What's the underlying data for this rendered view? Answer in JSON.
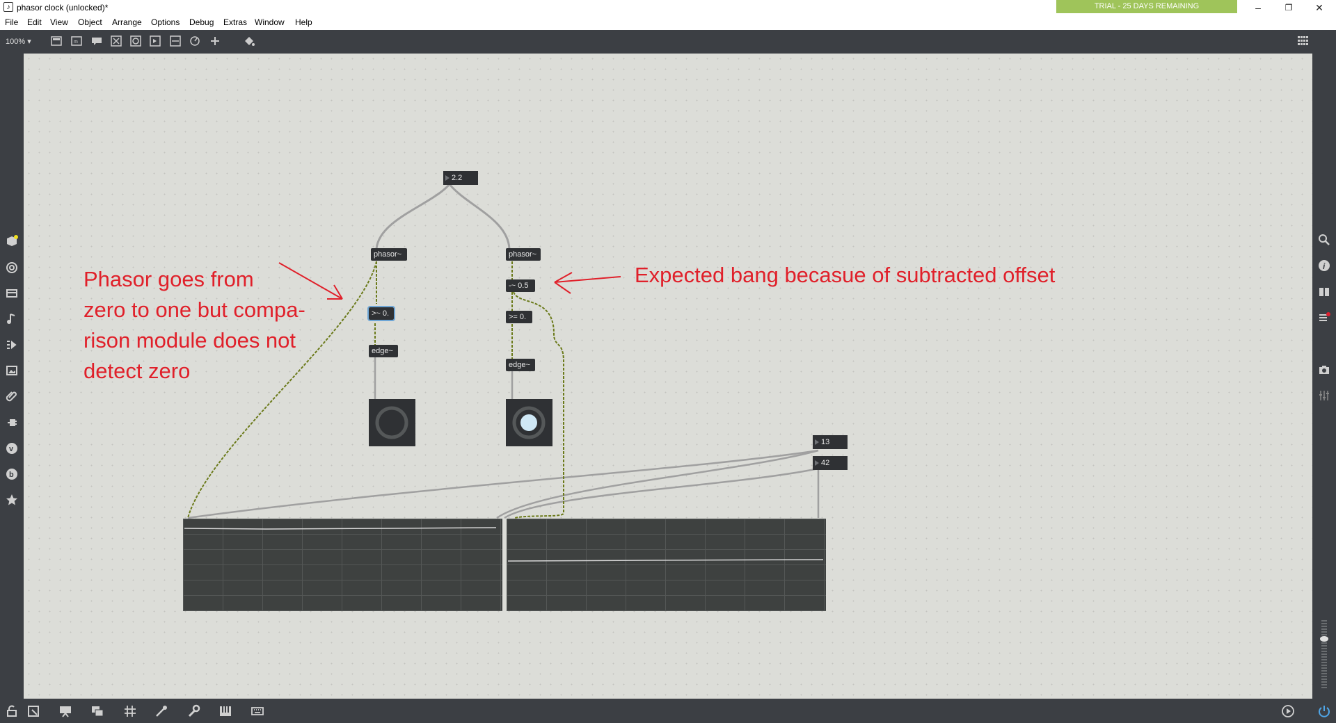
{
  "window": {
    "title": "phasor clock (unlocked)*",
    "trial_badge": "TRIAL - 25 DAYS REMAINING",
    "minimize": "–",
    "restore": "❐",
    "close": "✕"
  },
  "menu": [
    "File",
    "Edit",
    "View",
    "Object",
    "Arrange",
    "Options",
    "Debug",
    "Extras",
    "Window",
    "Help"
  ],
  "toolbar": {
    "zoom": "100%"
  },
  "patch": {
    "number_main": "2.2",
    "phasor_left": "phasor~",
    "phasor_right": "phasor~",
    "minus": "-~ 0.5",
    "gte_left": ">~ 0.",
    "gte_right": ">= 0.",
    "edge_left": "edge~",
    "edge_right": "edge~",
    "number_13": "13",
    "number_42": "42"
  },
  "annotations": {
    "left": [
      "Phasor goes from",
      "zero to one but compa-",
      "rison module does not",
      "detect zero"
    ],
    "right": "Expected bang becasue of subtracted offset"
  },
  "colors": {
    "canvas": "#dcddd8",
    "chrome": "#3c3f44",
    "object": "#2f3134",
    "trial": "#9fc45a",
    "annotation": "#e0202a",
    "signal_patchcord": "#6b7a1a",
    "patchcord": "#a0a0a0"
  }
}
